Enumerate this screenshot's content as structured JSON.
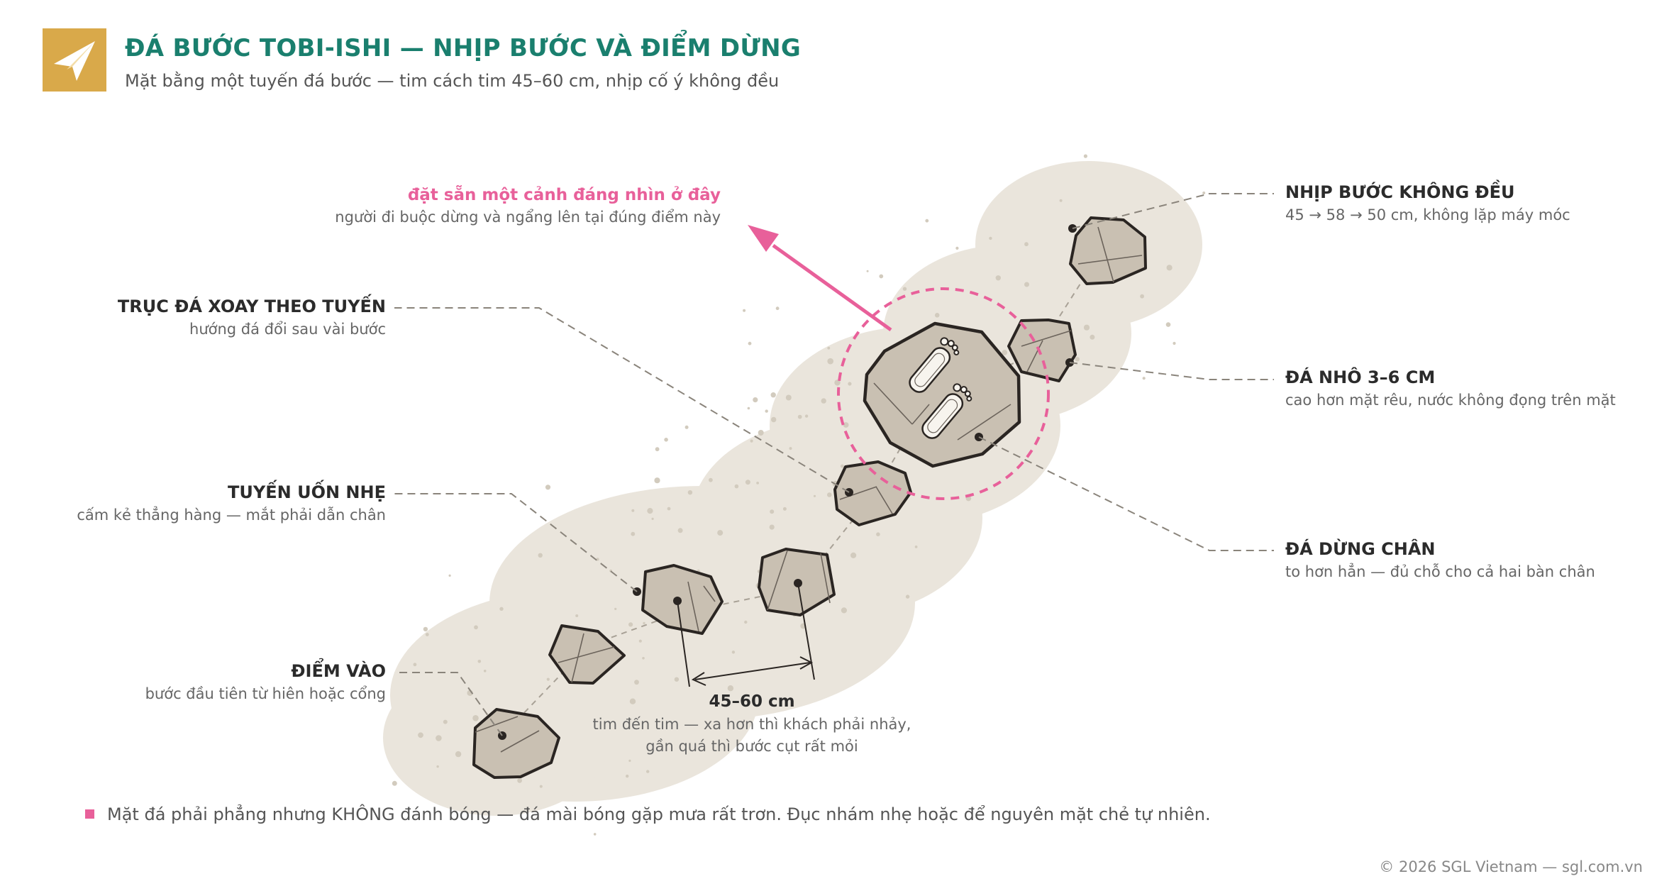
{
  "header": {
    "title": "ĐÁ BƯỚC TOBI-ISHI — NHỊP BƯỚC VÀ ĐIỂM DỪNG",
    "subtitle": "Mặt bằng một tuyến đá bước — tim cách tim 45–60 cm, nhịp cố ý không đều"
  },
  "colors": {
    "accent": "#E8609A",
    "title": "#1A7F6E",
    "logo": "#D9A94A",
    "moss": "#EAE5DC",
    "stone": "#C9C0B2",
    "stone_edge": "#2A2522"
  },
  "labels": {
    "view": {
      "title": "đặt sẵn một cảnh đáng nhìn ở đây",
      "desc": "người đi buộc dừng và ngẩng lên tại đúng điểm này"
    },
    "axis": {
      "title": "TRỤC ĐÁ XOAY THEO TUYẾN",
      "desc": "hướng đá đổi sau vài bước"
    },
    "curve": {
      "title": "TUYẾN UỐN NHẸ",
      "desc": "cấm kẻ thẳng hàng — mắt phải dẫn chân"
    },
    "entry": {
      "title": "ĐIỂM VÀO",
      "desc": "bước đầu tiên từ hiên hoặc cổng"
    },
    "rhythm": {
      "title": "NHỊP BƯỚC KHÔNG ĐỀU",
      "desc": "45 → 58 → 50 cm, không lặp máy móc"
    },
    "raised": {
      "title": "ĐÁ NHÔ 3–6 CM",
      "desc": "cao hơn mặt rêu, nước không đọng trên mặt"
    },
    "stop": {
      "title": "ĐÁ DỪNG CHÂN",
      "desc": "to hơn hẳn — đủ chỗ cho cả hai bàn chân"
    }
  },
  "dimension": {
    "value": "45–60 cm",
    "line1": "tim đến tim — xa hơn thì khách phải nhảy,",
    "line2": "gần quá thì bước cụt rất mỏi"
  },
  "note": "Mặt đá phải phẳng nhưng KHÔNG đánh bóng — đá mài bóng gặp mưa rất trơn. Đục nhám nhẹ hoặc để nguyên mặt chẻ tự nhiên.",
  "footer": "© 2026 SGL Vietnam — sgl.com.vn",
  "icons": [
    "logo-plane-icon",
    "footprint-icon",
    "arrow-icon"
  ]
}
